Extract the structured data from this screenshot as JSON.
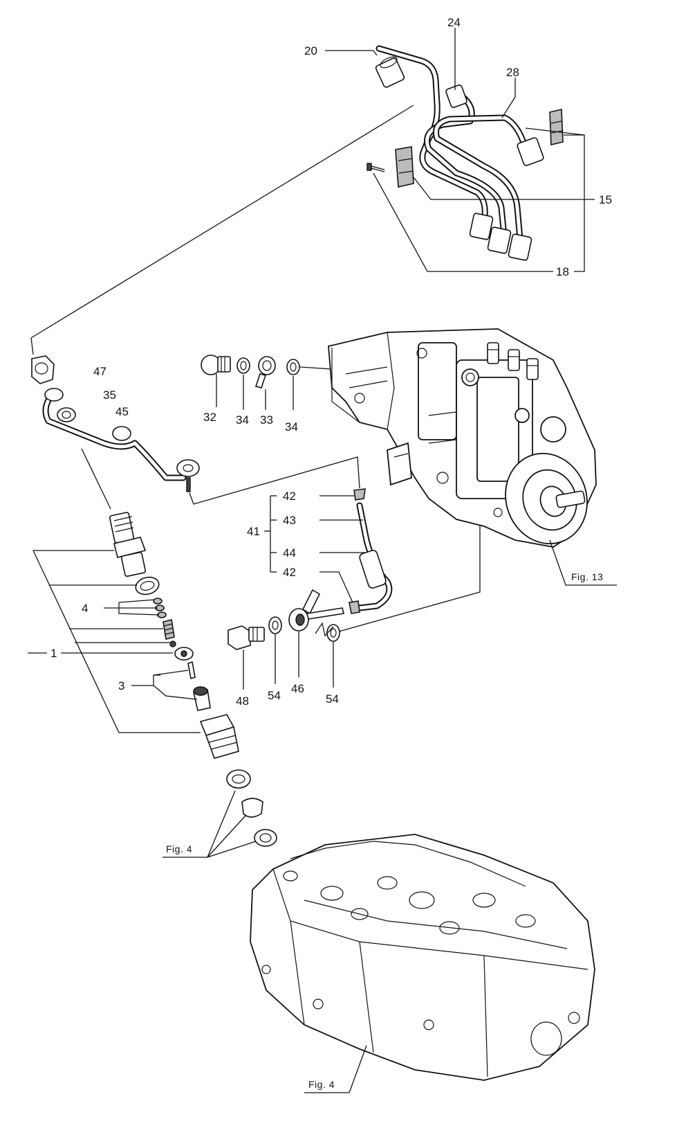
{
  "labels": {
    "l20": "20",
    "l24": "24",
    "l28": "28",
    "l15": "15",
    "l18": "18",
    "l47": "47",
    "l35": "35",
    "l45": "45",
    "l32": "32",
    "l34a": "34",
    "l33": "33",
    "l34b": "34",
    "l42a": "42",
    "l43": "43",
    "l41": "41",
    "l44": "44",
    "l42b": "42",
    "l4": "4",
    "l1": "1",
    "l3": "3",
    "l48": "48",
    "l54a": "54",
    "l46": "46",
    "l54b": "54"
  },
  "figure_refs": {
    "pump": "Fig. 13",
    "seals": "Fig. 4",
    "head": "Fig. 4"
  }
}
